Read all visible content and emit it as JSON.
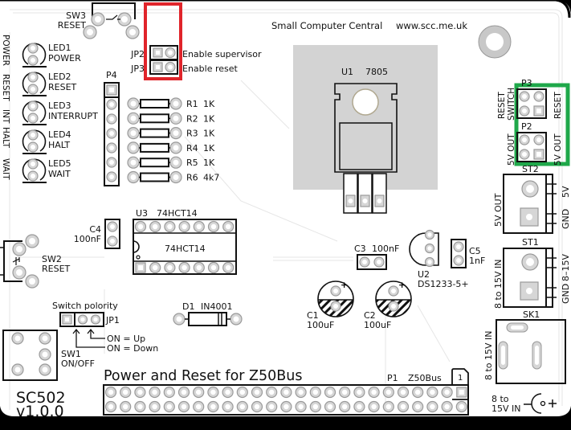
{
  "board": {
    "title": "Power and Reset for Z50Bus",
    "maker": "Small Computer Central",
    "website": "www.scc.me.uk",
    "model": "SC502",
    "version": "v1.0.0",
    "colors": {
      "highlight_red": "#e0242a",
      "highlight_green": "#1fa84a",
      "silkscreen": "#111111",
      "pad": "#d6d6d6",
      "heatsink": "#d3d3d3"
    }
  },
  "side_labels": [
    "POWER",
    "RESET",
    "INT",
    "HALT",
    "WAIT"
  ],
  "switches": {
    "sw3": {
      "ref": "SW3",
      "name": "RESET"
    },
    "sw2": {
      "ref": "SW2",
      "name": "RESET"
    },
    "sw1": {
      "ref": "SW1",
      "name": "ON/OFF"
    }
  },
  "leds": [
    {
      "ref": "LED1",
      "name": "POWER"
    },
    {
      "ref": "LED2",
      "name": "RESET"
    },
    {
      "ref": "LED3",
      "name": "INTERRUPT"
    },
    {
      "ref": "LED4",
      "name": "HALT"
    },
    {
      "ref": "LED5",
      "name": "WAIT"
    }
  ],
  "jumpers": {
    "jp2": {
      "ref": "JP2",
      "desc": "Enable supervisor"
    },
    "jp3": {
      "ref": "JP3",
      "desc": "Enable reset"
    },
    "jp1": {
      "ref": "JP1",
      "title": "Switch polority",
      "on_up": "ON = Up",
      "on_down": "ON = Down"
    }
  },
  "p4": {
    "ref": "P4"
  },
  "resistors": [
    {
      "ref": "R1",
      "value": "1K"
    },
    {
      "ref": "R2",
      "value": "1K"
    },
    {
      "ref": "R3",
      "value": "1K"
    },
    {
      "ref": "R4",
      "value": "1K"
    },
    {
      "ref": "R5",
      "value": "1K"
    },
    {
      "ref": "R6",
      "value": "4k7"
    }
  ],
  "u1": {
    "ref": "U1",
    "part": "7805"
  },
  "u2": {
    "ref": "U2",
    "part": "DS1233-5+"
  },
  "u3": {
    "ref": "U3",
    "part": "74HCT14",
    "body_label": "74HCT14"
  },
  "capacitors": {
    "c1": {
      "ref": "C1",
      "value": "100uF"
    },
    "c2": {
      "ref": "C2",
      "value": "100uF"
    },
    "c3": {
      "ref": "C3",
      "value": "100nF"
    },
    "c4": {
      "ref": "C4",
      "value": "100nF"
    },
    "c5": {
      "ref": "C5",
      "value": "1nF"
    },
    "polarity_mark": "+"
  },
  "d1": {
    "ref": "D1",
    "part": "IN4001"
  },
  "p3": {
    "ref": "P3",
    "left_label_1": "RESET",
    "left_label_2": "SWITCH",
    "right_label": "RESET"
  },
  "p2": {
    "ref": "P2",
    "left_label": "5V OUT",
    "right_label": "5V OUT"
  },
  "st2": {
    "ref": "ST2",
    "side_label": "5V OUT",
    "pin1": "5V",
    "pin2": "GND"
  },
  "st1": {
    "ref": "ST1",
    "side_label": "8 to 15V IN",
    "pin1": "8–15V",
    "pin2": "GND"
  },
  "sk1": {
    "ref": "SK1",
    "side_label": "8 to 15V IN",
    "bottom_line1": "8 to",
    "bottom_line2": "15V IN",
    "polarity": "–(•+"
  },
  "p1": {
    "ref": "P1",
    "name": "Z50Bus",
    "pin1_label": "1",
    "pins_per_row": 25
  }
}
